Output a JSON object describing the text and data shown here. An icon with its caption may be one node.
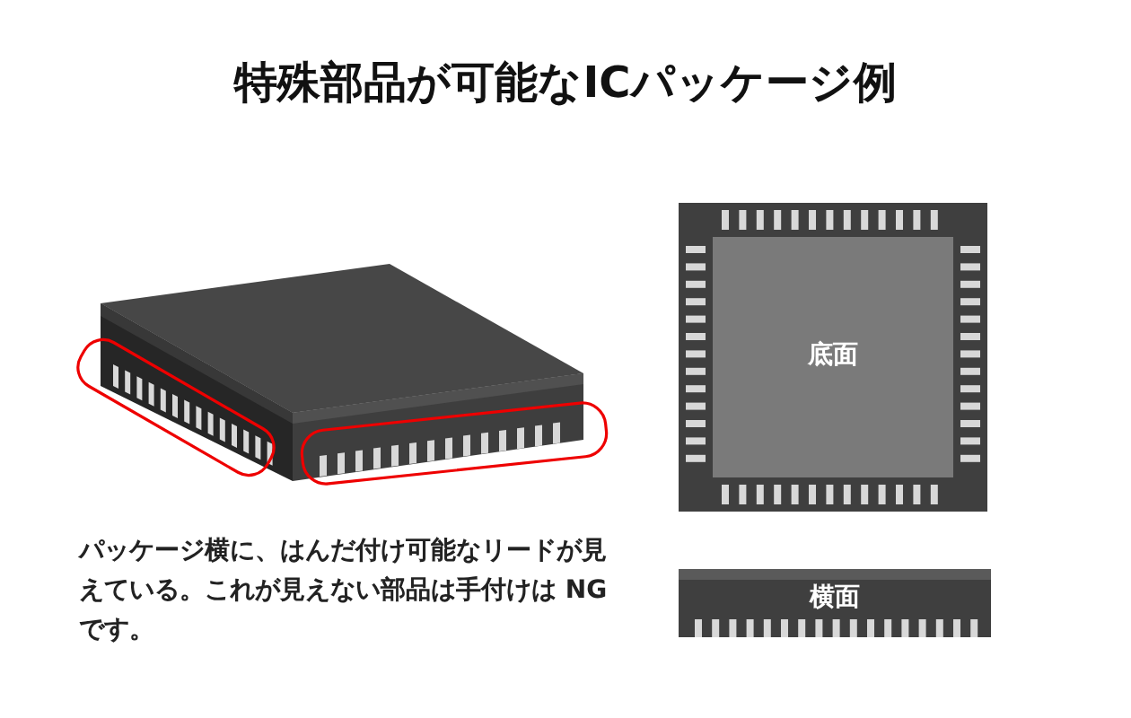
{
  "diagram": {
    "title": "特殊部品が可能なICパッケージ例",
    "nodes": [
      {
        "text": [
          "底面"
        ]
      },
      {
        "text": [
          "横面"
        ]
      }
    ],
    "labels": [
      "パッケージ横に、はんだ付け可能なリードが見えている。これが見えない部品は手付けは NG です。"
    ]
  }
}
